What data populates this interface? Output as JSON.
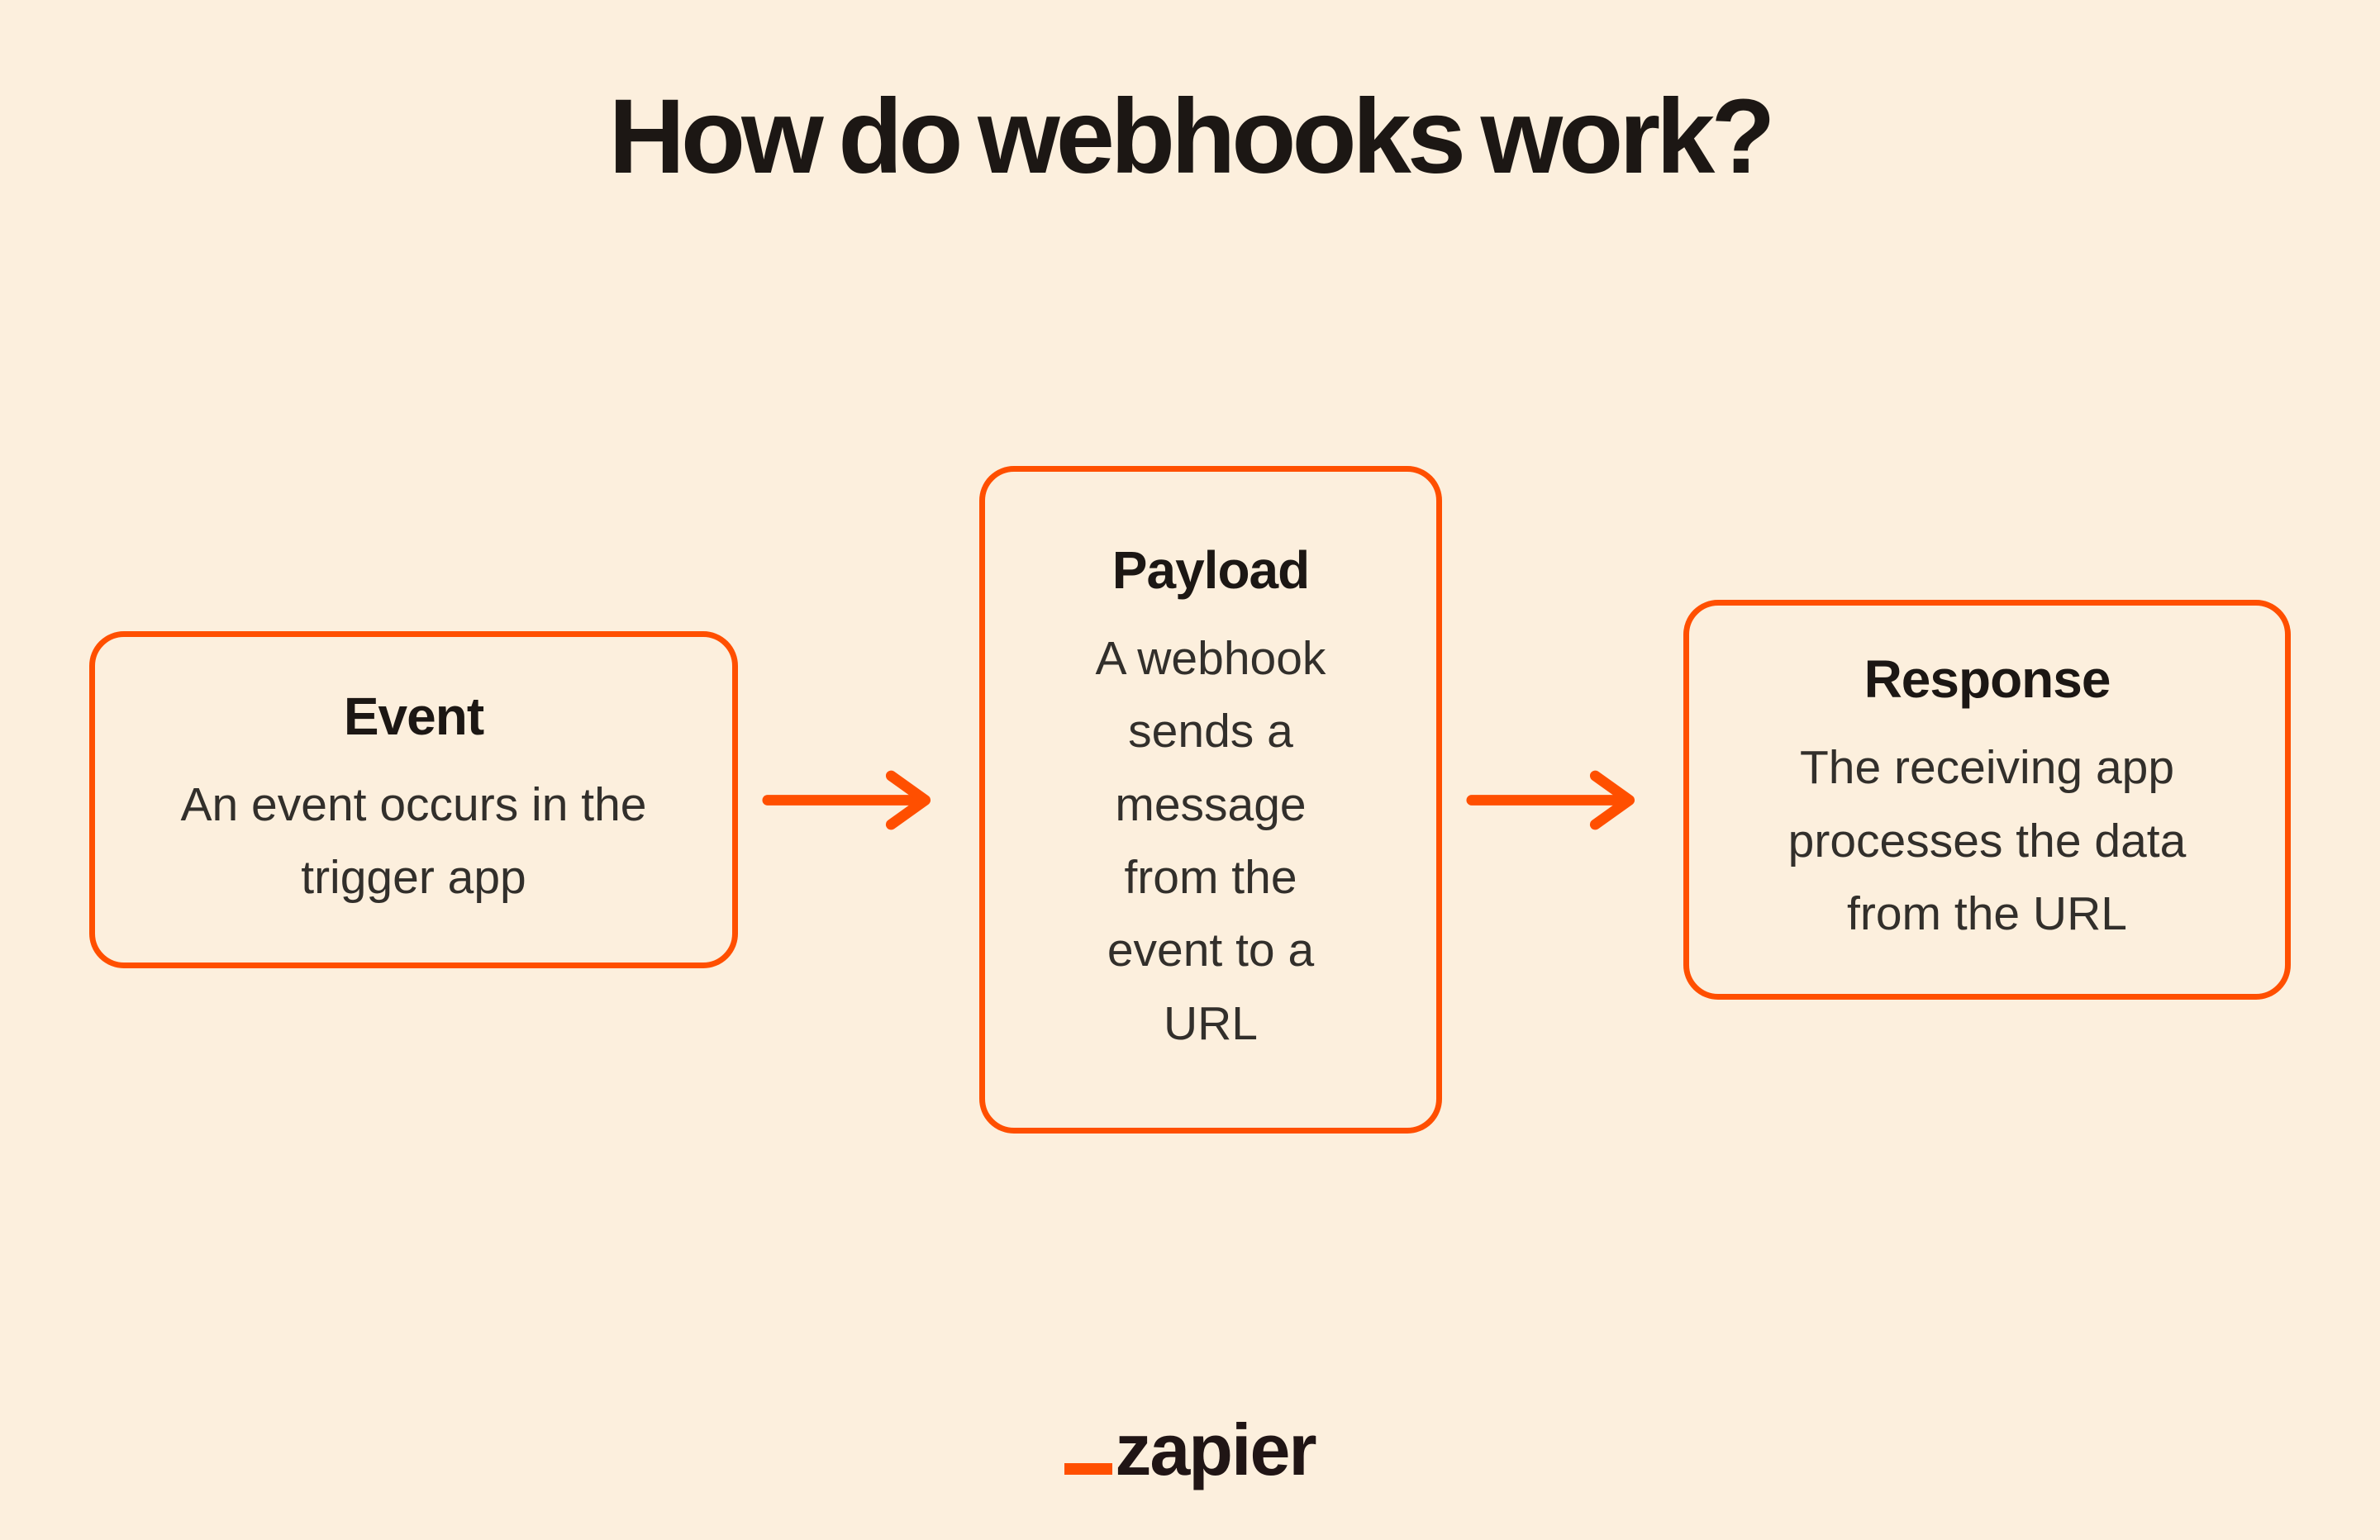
{
  "title": "How do webhooks work?",
  "colors": {
    "background": "#fcefdd",
    "accent": "#ff4f00",
    "heading_text": "#1c1714",
    "body_text": "#322f2b",
    "logo_text": "#201515"
  },
  "diagram": {
    "steps": [
      {
        "heading": "Event",
        "body": "An event occurs in the\ntrigger app"
      },
      {
        "heading": "Payload",
        "body": "A webhook\nsends a\nmessage\nfrom the\nevent to a\nURL"
      },
      {
        "heading": "Response",
        "body": "The receiving app\nprocesses the data\nfrom the URL"
      }
    ]
  },
  "footer": {
    "logo_text": "zapier"
  }
}
